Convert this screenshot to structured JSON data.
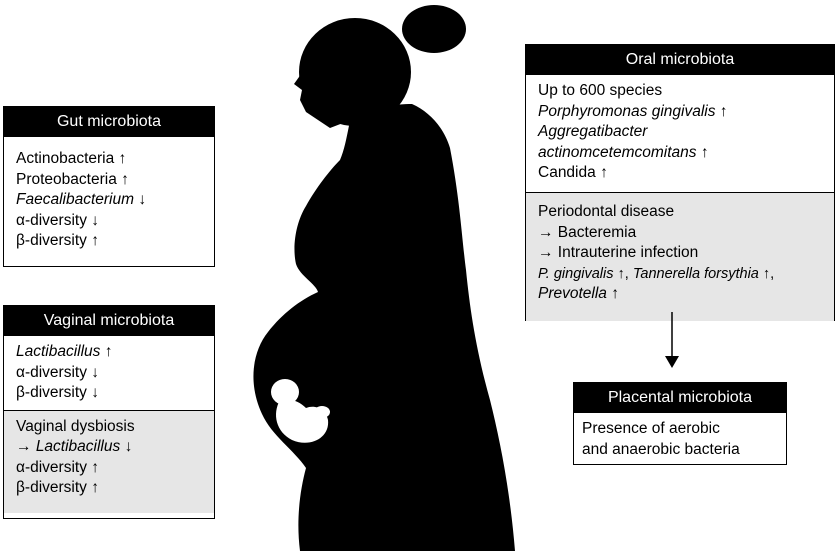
{
  "gut": {
    "title": "Gut microbiota",
    "items": [
      {
        "text": "Actinobacteria",
        "arrow": "↑"
      },
      {
        "text": "Proteobacteria",
        "arrow": "↑"
      },
      {
        "text": "Faecalibacterium",
        "arrow": "↓"
      },
      {
        "text": "α-diversity",
        "arrow": "↓"
      },
      {
        "text": "β-diversity",
        "arrow": "↑"
      }
    ]
  },
  "vaginal": {
    "title": "Vaginal microbiota",
    "items": [
      {
        "text": "Lactibacillus",
        "arrow": "↑"
      },
      {
        "text": "α-diversity",
        "arrow": "↓"
      },
      {
        "text": "β-diversity",
        "arrow": "↓"
      }
    ],
    "dysbiosis": {
      "title": "Vaginal dysbiosis",
      "prefix": "→ ",
      "items": [
        {
          "text": "Lactibacillus",
          "arrow": "↓"
        },
        {
          "text": "α-diversity",
          "arrow": "↑"
        },
        {
          "text": "β-diversity",
          "arrow": "↑"
        }
      ]
    }
  },
  "oral": {
    "title": "Oral microbiota",
    "species_line": "Up to 600 species",
    "items": [
      {
        "text": "Porphyromonas gingivalis",
        "arrow": "↑"
      },
      {
        "text": "Aggregatibacter",
        "arrow": ""
      },
      {
        "text": "actinomcetemcomitans",
        "arrow": "↑"
      },
      {
        "text": "Candida",
        "arrow": "↑"
      }
    ],
    "periodontal": {
      "title": "Periodontal disease",
      "step1": "→ Bacteremia",
      "step2": "→ Intrauterine infection",
      "bact1": "P. gingivalis",
      "bact1_arrow": "↑",
      "sep": ", ",
      "bact2": "Tannerella forsythia",
      "bact2_arrow": "↑",
      "bact3": "Prevotella",
      "bact3_arrow": "↑"
    }
  },
  "placental": {
    "title": "Placental microbiota",
    "line1": "Presence of aerobic",
    "line2": "and anaerobic bacteria"
  }
}
